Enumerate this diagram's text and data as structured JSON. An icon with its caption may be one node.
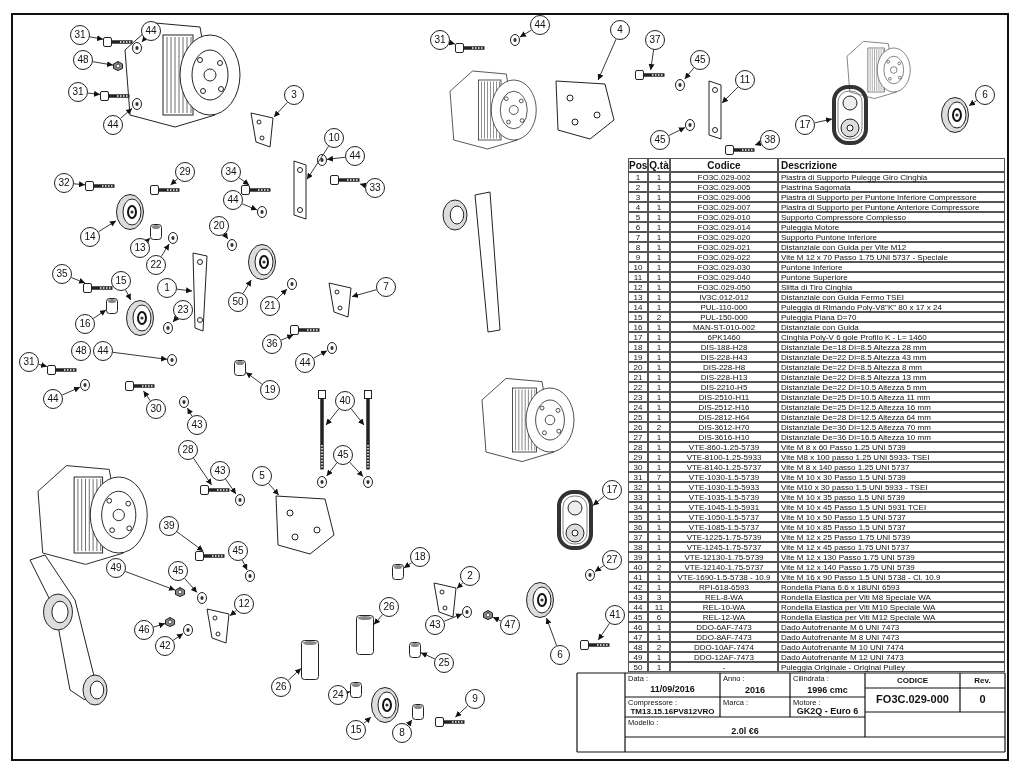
{
  "diagram": {
    "nodes": [
      {
        "text": [
          "31"
        ]
      },
      {
        "text": [
          "44"
        ]
      },
      {
        "text": [
          "48"
        ]
      },
      {
        "text": [
          "31"
        ]
      },
      {
        "text": [
          "44"
        ]
      },
      {
        "text": [
          "3"
        ]
      },
      {
        "text": [
          "10"
        ]
      },
      {
        "text": [
          "44"
        ]
      },
      {
        "text": [
          "33"
        ]
      },
      {
        "text": [
          "34"
        ]
      },
      {
        "text": [
          "44"
        ]
      },
      {
        "text": [
          "29"
        ]
      },
      {
        "text": [
          "32"
        ]
      },
      {
        "text": [
          "14"
        ]
      },
      {
        "text": [
          "13"
        ]
      },
      {
        "text": [
          "22"
        ]
      },
      {
        "text": [
          "20"
        ]
      },
      {
        "text": [
          "1"
        ]
      },
      {
        "text": [
          "50"
        ]
      },
      {
        "text": [
          "21"
        ]
      },
      {
        "text": [
          "7"
        ]
      },
      {
        "text": [
          "35"
        ]
      },
      {
        "text": [
          "15"
        ]
      },
      {
        "text": [
          "16"
        ]
      },
      {
        "text": [
          "23"
        ]
      },
      {
        "text": [
          "48"
        ]
      },
      {
        "text": [
          "44"
        ]
      },
      {
        "text": [
          "36"
        ]
      },
      {
        "text": [
          "44"
        ]
      },
      {
        "text": [
          "19"
        ]
      },
      {
        "text": [
          "31"
        ]
      },
      {
        "text": [
          "44"
        ]
      },
      {
        "text": [
          "30"
        ]
      },
      {
        "text": [
          "43"
        ]
      },
      {
        "text": [
          "40"
        ]
      },
      {
        "text": [
          "28"
        ]
      },
      {
        "text": [
          "43"
        ]
      },
      {
        "text": [
          "5"
        ]
      },
      {
        "text": [
          "45"
        ]
      },
      {
        "text": [
          "39"
        ]
      },
      {
        "text": [
          "45"
        ]
      },
      {
        "text": [
          "49"
        ]
      },
      {
        "text": [
          "45"
        ]
      },
      {
        "text": [
          "12"
        ]
      },
      {
        "text": [
          "46"
        ]
      },
      {
        "text": [
          "42"
        ]
      },
      {
        "text": [
          "18"
        ]
      },
      {
        "text": [
          "2"
        ]
      },
      {
        "text": [
          "26"
        ]
      },
      {
        "text": [
          "43"
        ]
      },
      {
        "text": [
          "47"
        ]
      },
      {
        "text": [
          "25"
        ]
      },
      {
        "text": [
          "26"
        ]
      },
      {
        "text": [
          "24"
        ]
      },
      {
        "text": [
          "15"
        ]
      },
      {
        "text": [
          "8"
        ]
      },
      {
        "text": [
          "9"
        ]
      },
      {
        "text": [
          "31"
        ]
      },
      {
        "text": [
          "44"
        ]
      },
      {
        "text": [
          "4"
        ]
      },
      {
        "text": [
          "37"
        ]
      },
      {
        "text": [
          "45"
        ]
      },
      {
        "text": [
          "11"
        ]
      },
      {
        "text": [
          "38"
        ]
      },
      {
        "text": [
          "45"
        ]
      },
      {
        "text": [
          "17"
        ]
      },
      {
        "text": [
          "6"
        ]
      },
      {
        "text": [
          "17"
        ]
      },
      {
        "text": [
          "27"
        ]
      },
      {
        "text": [
          "6"
        ]
      },
      {
        "text": [
          "41"
        ]
      },
      {
        "text": [],
        "shape": "picture"
      },
      {
        "text": [],
        "shape": "picture"
      },
      {
        "text": [],
        "shape": "picture"
      },
      {
        "text": [],
        "shape": "picture"
      },
      {
        "text": [],
        "shape": "picture"
      },
      {
        "text": [],
        "shape": "picture"
      },
      {
        "text": [],
        "shape": "picture"
      },
      {
        "text": [],
        "shape": "picture"
      },
      {
        "text": [],
        "shape": "picture"
      },
      {
        "text": [],
        "shape": "picture"
      },
      {
        "text": [],
        "shape": "picture"
      },
      {
        "text": [],
        "shape": "picture"
      },
      {
        "text": [],
        "shape": "picture"
      },
      {
        "text": [],
        "shape": "picture"
      },
      {
        "text": [],
        "shape": "picture"
      },
      {
        "text": [],
        "shape": "picture"
      },
      {
        "text": [],
        "shape": "picture"
      },
      {
        "text": [],
        "shape": "picture"
      },
      {
        "text": [],
        "shape": "picture"
      },
      {
        "text": [],
        "shape": "picture"
      },
      {
        "text": [],
        "shape": "picture"
      },
      {
        "text": [],
        "shape": "picture"
      },
      {
        "text": [],
        "shape": "picture"
      },
      {
        "text": [],
        "shape": "picture"
      },
      {
        "text": [],
        "shape": "picture"
      },
      {
        "text": [],
        "shape": "picture"
      },
      {
        "text": [],
        "shape": "picture"
      },
      {
        "text": [],
        "shape": "picture"
      },
      {
        "text": [],
        "shape": "picture"
      },
      {
        "text": [],
        "shape": "picture"
      },
      {
        "text": [],
        "shape": "picture"
      },
      {
        "text": [],
        "shape": "picture"
      },
      {
        "text": [],
        "shape": "picture"
      },
      {
        "text": [],
        "shape": "picture"
      },
      {
        "text": [],
        "shape": "picture"
      },
      {
        "text": [],
        "shape": "picture"
      },
      {
        "text": [],
        "shape": "picture"
      },
      {
        "text": [],
        "shape": "picture"
      },
      {
        "text": [],
        "shape": "picture"
      },
      {
        "text": [],
        "shape": "picture"
      },
      {
        "text": [],
        "shape": "picture"
      },
      {
        "text": [],
        "shape": "picture"
      },
      {
        "text": [],
        "shape": "picture"
      },
      {
        "text": [],
        "shape": "picture"
      },
      {
        "text": [],
        "shape": "picture"
      },
      {
        "text": [],
        "shape": "picture"
      },
      {
        "text": [],
        "shape": "picture"
      },
      {
        "text": [],
        "shape": "picture"
      },
      {
        "text": [],
        "shape": "picture"
      },
      {
        "text": [],
        "shape": "picture"
      },
      {
        "text": [],
        "shape": "picture"
      },
      {
        "text": [],
        "shape": "picture"
      },
      {
        "text": [],
        "shape": "picture"
      },
      {
        "text": [],
        "shape": "picture"
      },
      {
        "text": [],
        "shape": "picture"
      },
      {
        "text": [],
        "shape": "picture"
      },
      {
        "text": [],
        "shape": "picture"
      },
      {
        "text": [],
        "shape": "picture"
      },
      {
        "text": [],
        "shape": "picture"
      },
      {
        "text": [],
        "shape": "picture"
      },
      {
        "text": [],
        "shape": "picture"
      },
      {
        "text": [],
        "shape": "picture"
      },
      {
        "text": [],
        "shape": "picture"
      },
      {
        "text": [],
        "shape": "picture"
      },
      {
        "text": [],
        "shape": "picture"
      },
      {
        "text": [],
        "shape": "picture"
      },
      {
        "text": [],
        "shape": "picture"
      },
      {
        "text": [],
        "shape": "picture"
      },
      {
        "text": [],
        "shape": "picture"
      },
      {
        "text": [],
        "shape": "picture"
      },
      {
        "text": [],
        "shape": "picture"
      },
      {
        "text": [],
        "shape": "picture"
      }
    ],
    "edges": [
      {
        "from": 0,
        "to": 71,
        "arrow": "to"
      },
      {
        "from": 1,
        "to": 72,
        "arrow": "to"
      },
      {
        "from": 2,
        "to": 73,
        "arrow": "to"
      },
      {
        "from": 3,
        "to": 74,
        "arrow": "to"
      },
      {
        "from": 4,
        "to": 75,
        "arrow": "to"
      },
      {
        "from": 5,
        "to": 76,
        "arrow": "to"
      },
      {
        "from": 6,
        "to": 77,
        "arrow": "to"
      },
      {
        "from": 7,
        "to": 78,
        "arrow": "to"
      },
      {
        "from": 8,
        "to": 79,
        "arrow": "to"
      },
      {
        "from": 9,
        "to": 80,
        "arrow": "to"
      },
      {
        "from": 10,
        "to": 81,
        "arrow": "to"
      },
      {
        "from": 11,
        "to": 82,
        "arrow": "to"
      },
      {
        "from": 12,
        "to": 83,
        "arrow": "to"
      },
      {
        "from": 13,
        "to": 84,
        "arrow": "to"
      },
      {
        "from": 14,
        "to": 85,
        "arrow": "to"
      },
      {
        "from": 15,
        "to": 86,
        "arrow": "to"
      },
      {
        "from": 16,
        "to": 87,
        "arrow": "to"
      },
      {
        "from": 17,
        "to": 88,
        "arrow": "to"
      },
      {
        "from": 18,
        "to": 89,
        "arrow": "to"
      },
      {
        "from": 19,
        "to": 90,
        "arrow": "to"
      },
      {
        "from": 20,
        "to": 91,
        "arrow": "to"
      },
      {
        "from": 21,
        "to": 92,
        "arrow": "to"
      },
      {
        "from": 22,
        "to": 93,
        "arrow": "to"
      },
      {
        "from": 23,
        "to": 94,
        "arrow": "to"
      },
      {
        "from": 24,
        "to": 95,
        "arrow": "to"
      },
      {
        "from": 26,
        "to": 96,
        "arrow": "to"
      },
      {
        "from": 27,
        "to": 97,
        "arrow": "to"
      },
      {
        "from": 28,
        "to": 98,
        "arrow": "to"
      },
      {
        "from": 29,
        "to": 99,
        "arrow": "to"
      },
      {
        "from": 30,
        "to": 100,
        "arrow": "to"
      },
      {
        "from": 31,
        "to": 101,
        "arrow": "to"
      },
      {
        "from": 32,
        "to": 102,
        "arrow": "to"
      },
      {
        "from": 33,
        "to": 103,
        "arrow": "to"
      },
      {
        "from": 34,
        "to": 104,
        "arrow": "to"
      },
      {
        "from": 34,
        "to": 105,
        "arrow": "to"
      },
      {
        "from": 35,
        "to": 106,
        "arrow": "to"
      },
      {
        "from": 36,
        "to": 107,
        "arrow": "to"
      },
      {
        "from": 37,
        "to": 108,
        "arrow": "to"
      },
      {
        "from": 38,
        "to": 109,
        "arrow": "to"
      },
      {
        "from": 38,
        "to": 110,
        "arrow": "to"
      },
      {
        "from": 39,
        "to": 111,
        "arrow": "to"
      },
      {
        "from": 40,
        "to": 112,
        "arrow": "to"
      },
      {
        "from": 41,
        "to": 113,
        "arrow": "to"
      },
      {
        "from": 42,
        "to": 114,
        "arrow": "to"
      },
      {
        "from": 43,
        "to": 115,
        "arrow": "to"
      },
      {
        "from": 44,
        "to": 116,
        "arrow": "to"
      },
      {
        "from": 45,
        "to": 117,
        "arrow": "to"
      },
      {
        "from": 46,
        "to": 118,
        "arrow": "to"
      },
      {
        "from": 47,
        "to": 119,
        "arrow": "to"
      },
      {
        "from": 48,
        "to": 120,
        "arrow": "to"
      },
      {
        "from": 49,
        "to": 121,
        "arrow": "to"
      },
      {
        "from": 50,
        "to": 122,
        "arrow": "to"
      },
      {
        "from": 51,
        "to": 123,
        "arrow": "to"
      },
      {
        "from": 52,
        "to": 124,
        "arrow": "to"
      },
      {
        "from": 53,
        "to": 125,
        "arrow": "to"
      },
      {
        "from": 54,
        "to": 126,
        "arrow": "to"
      },
      {
        "from": 55,
        "to": 127,
        "arrow": "to"
      },
      {
        "from": 56,
        "to": 128,
        "arrow": "to"
      },
      {
        "from": 57,
        "to": 129,
        "arrow": "to"
      },
      {
        "from": 58,
        "to": 130,
        "arrow": "to"
      },
      {
        "from": 59,
        "to": 131,
        "arrow": "to"
      },
      {
        "from": 60,
        "to": 132,
        "arrow": "to"
      },
      {
        "from": 61,
        "to": 133,
        "arrow": "to"
      },
      {
        "from": 62,
        "to": 134,
        "arrow": "to"
      },
      {
        "from": 63,
        "to": 135,
        "arrow": "to"
      },
      {
        "from": 64,
        "to": 136,
        "arrow": "to"
      },
      {
        "from": 65,
        "to": 137,
        "arrow": "to"
      },
      {
        "from": 66,
        "to": 138,
        "arrow": "to"
      },
      {
        "from": 67,
        "to": 139,
        "arrow": "to"
      },
      {
        "from": 68,
        "to": 140,
        "arrow": "to"
      },
      {
        "from": 69,
        "to": 141,
        "arrow": "to"
      },
      {
        "from": 70,
        "to": 142,
        "arrow": "to"
      }
    ],
    "labels": [
      "Pos",
      "Q.tà",
      "Codice",
      "Descrizione",
      "1",
      "1",
      "FO3C.029-002",
      "Piastra di Supporto Pulegge Giro Cinghia",
      "2",
      "1",
      "FO3C.029-005",
      "Piastrina Sagomata",
      "3",
      "1",
      "FO3C.029-006",
      "Piastra di Supporto per Puntone Inferiore Compressore",
      "4",
      "1",
      "FO3C.029-007",
      "Piastra di Supporto per Puntone Anteriore Compressore",
      "5",
      "1",
      "FO3C.029-010",
      "Supporto Compressore Complesso",
      "6",
      "1",
      "FO3C.029-014",
      "Puleggia Motore",
      "7",
      "1",
      "FO3C.029-020",
      "Supporto Puntone Inferiore",
      "8",
      "1",
      "FO3C.029-021",
      "Distanziale con Guida per Vite M12",
      "9",
      "1",
      "FO3C.029-022",
      "Vite M 12 x 70 Passo 1.75 UNI 5737 - Speciale",
      "10",
      "1",
      "FO3C.029-030",
      "Puntone Inferiore",
      "11",
      "1",
      "FO3C.029-040",
      "Puntone Superiore",
      "12",
      "1",
      "FO3C.029-050",
      "Slitta di Tiro Cinghia",
      "13",
      "1",
      "IV3C.012-012",
      "Distanziale con Guida Fermo TSEI",
      "14",
      "1",
      "PUL-110-000",
      "Puleggia di Rimando Poly-V8\"K\"  80 x 17 x 24",
      "15",
      "2",
      "PUL-150-000",
      "Puleggia Piana D=70",
      "16",
      "1",
      "MAN-ST-010-002",
      "Distanziale con Guida",
      "17",
      "1",
      "6PK1460",
      "Cinghia Poly-V 6 gole Profilo K - L= 1460",
      "18",
      "1",
      "DIS-188-H28",
      "Distanziale De=18 Di=8.5 Altezza 28 mm",
      "19",
      "1",
      "DIS-228-H43",
      "Distanziale De=22 Di=8.5 Altezza 43 mm",
      "20",
      "1",
      "DIS-228-H8",
      "Distanziale De=22 Di=8.5 Altezza 8 mm",
      "21",
      "1",
      "DIS-228-H13",
      "Distanziale De=22 Di=8.5 Altezza 13 mm",
      "22",
      "1",
      "DIS-2210-H5",
      "Distanziale De=22 Di=10.5 Altezza 5 mm",
      "23",
      "1",
      "DIS-2510-H11",
      "Distanziale De=25 Di=10.5 Altezza 11 mm",
      "24",
      "1",
      "DIS-2512-H16",
      "Distanziale De=25 Di=12.5 Altezza 16 mm",
      "25",
      "1",
      "DIS-2812-H64",
      "Distanziale De=28 Di=12.5 Altezza 64 mm",
      "26",
      "2",
      "DIS-3612-H70",
      "Distanziale De=36 Di=12.5 Altezza 70 mm",
      "27",
      "1",
      "DIS-3616-H10",
      "Distanziale De=36 Di=16.5 Altezza 10 mm",
      "28",
      "1",
      "VTE-860-1.25-5739",
      "Vite M 8 x 60 Passo 1.25 UNI 5739",
      "29",
      "1",
      "VTE-8100-1.25-5933",
      "Vite M8 x 100 passo 1.25 UNI 5933- TSEI",
      "30",
      "1",
      "VTE-8140-1.25-5737",
      "Vite M 8 x 140 passo 1.25 UNI 5737",
      "31",
      "7",
      "VTE-1030-1.5-5739",
      "Vite M 10 x 30 Passo 1.5 UNI 5739",
      "32",
      "1",
      "VTE-1030-1.5-5933",
      "Vite M10 x 30 passo 1.5 UNI 5933 - TSEI",
      "33",
      "1",
      "VTE-1035-1.5-5739",
      "Vite M 10 x 35 passo 1.5 UNI 5739",
      "34",
      "1",
      "VTE-1045-1.5-5931",
      "Vite  M 10 x 45 Passo 1.5 UNI 5931 TCEI",
      "35",
      "1",
      "VTE-1050-1.5-5737",
      "Vite M 10 x 50 Passo 1.5 UNI 5737",
      "36",
      "1",
      "VTE-1085-1.5-5737",
      "Vite M 10 x 85 Passo 1.5 UNI 5737",
      "37",
      "1",
      "VTE-1225-1.75-5739",
      "Vite M 12 x 25 Passo 1.75 UNI 5739",
      "38",
      "1",
      "VTE-1245-1.75-5737",
      "Vite M 12 x 45 passo 1.75 UNI 5737",
      "39",
      "1",
      "VTE-12130-1.75-5739",
      "Vite M 12 x 130 Passo 1.75 UNI 5739",
      "40",
      "2",
      "VTE-12140-1.75-5737",
      "Vite M 12 x 140 Passo 1.75 UNI 5739",
      "41",
      "1",
      "VTE-1690-1.5-5738 - 10.9",
      "Vite M 16 x 90 Passo 1.5 UNI 5738 - Cl. 10.9",
      "42",
      "1",
      "RPI-618-6593",
      "Rondella Piana 6.6 x 18UNI 6593",
      "43",
      "3",
      "REL-8-WA",
      "Rondella Elastica per Viti M8 Speciale WA",
      "44",
      "11",
      "REL-10-WA",
      "Rondella Elastica per Viti M10 Speciale WA",
      "45",
      "6",
      "REL-12-WA",
      "Rondella Elastica per Viti M12 Speciale WA",
      "46",
      "1",
      "DDO-6AF-7473",
      "Dado Autofrenante M 6 UNI 7473",
      "47",
      "1",
      "DDO-8AF-7473",
      "Dado Autofrenante M 8 UNI 7473",
      "48",
      "2",
      "DDO-10AF-7474",
      "Dado Autofrenante M 10 UNI 7474",
      "49",
      "1",
      "DDO-12AF-7473",
      "Dado Autofrenante M 12 UNI 7473",
      "50",
      "1",
      "-",
      "Puleggia Originale - Original Pulley",
      "Data :",
      "Anno :",
      "Cilindrata :",
      "CODICE",
      "Rev.",
      "11/09/2016",
      "2016",
      "1996 cmc",
      "FO3C.029-000",
      "0",
      "Compressore :",
      "Marca :",
      "Motore :",
      "TM13.15.16PV812VRO",
      "GK2Q - Euro 6",
      "Modello :",
      "2.0l €6"
    ]
  }
}
